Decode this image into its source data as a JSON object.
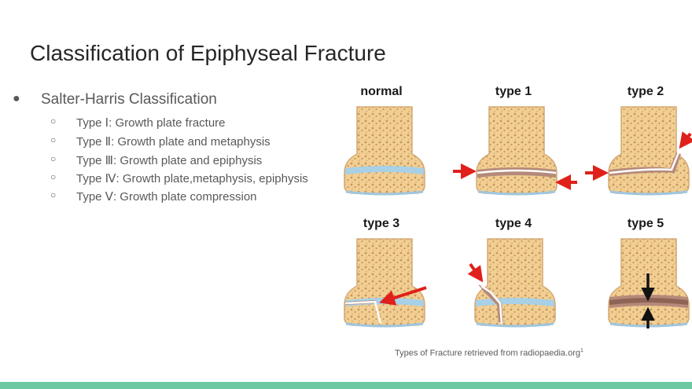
{
  "slide": {
    "title": "Classification of Epiphyseal Fracture",
    "bullet": {
      "marker": "●",
      "text": "Salter-Harris Classification",
      "sub_marker": "○",
      "items": [
        "Type Ⅰ: Growth plate fracture",
        "Type Ⅱ: Growth plate and metaphysis",
        "Type Ⅲ: Growth plate and epiphysis",
        "Type Ⅳ: Growth plate,metaphysis, epiphysis",
        "Type Ⅴ: Growth plate compression"
      ]
    },
    "figure": {
      "panels": [
        "normal",
        "type 1",
        "type 2",
        "type 3",
        "type 4",
        "type 5"
      ],
      "caption": "Types of Fracture retrieved from radiopaedia.org",
      "caption_sup": "1"
    },
    "colors": {
      "accent_bar": "#6cc9a2",
      "bone": "#f1cf93",
      "growth_plate": "#a8d0e6",
      "arrow": "#e0201a"
    }
  }
}
